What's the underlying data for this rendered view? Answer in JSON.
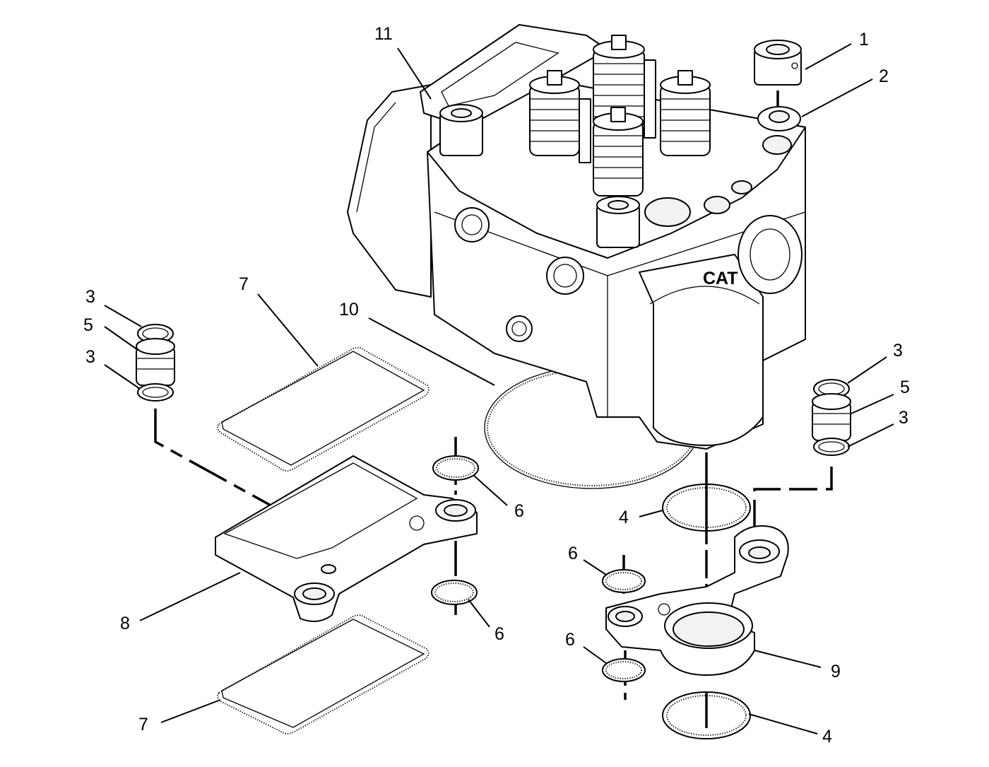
{
  "callouts": {
    "c1": "1",
    "c2": "2",
    "c3a": "3",
    "c5a": "5",
    "c3b": "3",
    "c7a": "7",
    "c10": "10",
    "c11": "11",
    "c3c": "3",
    "c5b": "5",
    "c3d": "3",
    "c6a": "6",
    "c4a": "4",
    "c6b": "6",
    "c6c": "6",
    "c8": "8",
    "c6d": "6",
    "c9": "9",
    "c7b": "7",
    "c4b": "4"
  },
  "logo_text": "CAT"
}
